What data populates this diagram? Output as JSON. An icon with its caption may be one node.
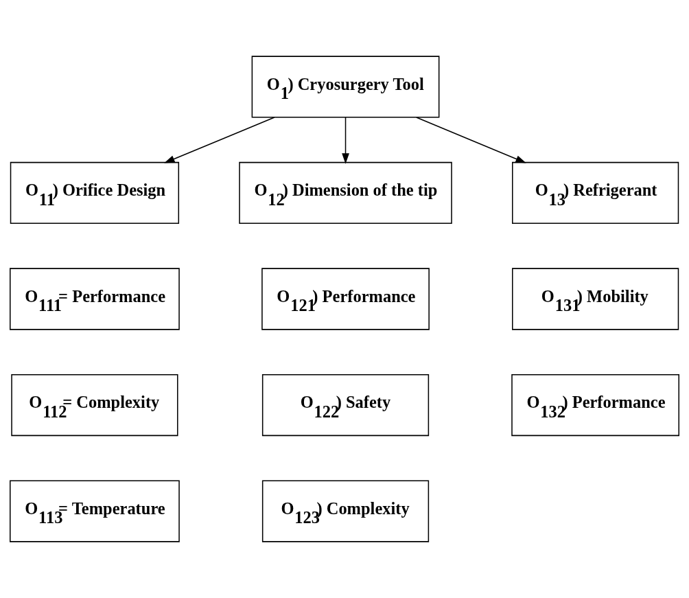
{
  "diagram": {
    "nodes": [
      {
        "text": [
          "O$_{1}$) Cryosurgery Tool"
        ]
      },
      {
        "text": [
          "O$_{11}$) Orifice Design"
        ]
      },
      {
        "text": [
          "O$_{12}$) Dimension of the tip"
        ]
      },
      {
        "text": [
          "O$_{13}$) Refrigerant"
        ]
      },
      {
        "text": [
          "O$_{111}$= Performance"
        ]
      },
      {
        "text": [
          "O$_{121}$) Performance"
        ]
      },
      {
        "text": [
          "O$_{131}$) Mobility"
        ]
      },
      {
        "text": [
          "O$_{112}$= Complexity"
        ]
      },
      {
        "text": [
          "O$_{122}$) Safety"
        ]
      },
      {
        "text": [
          "O$_{132}$) Performance"
        ]
      },
      {
        "text": [
          "O$_{113}$= Temperature"
        ]
      },
      {
        "text": [
          "O$_{123}$) Complexity"
        ]
      }
    ],
    "edges": [
      {
        "from": 0,
        "to": 1,
        "arrow": "to"
      },
      {
        "from": 0,
        "to": 2,
        "arrow": "to"
      },
      {
        "from": 0,
        "to": 3,
        "arrow": "to"
      }
    ]
  }
}
